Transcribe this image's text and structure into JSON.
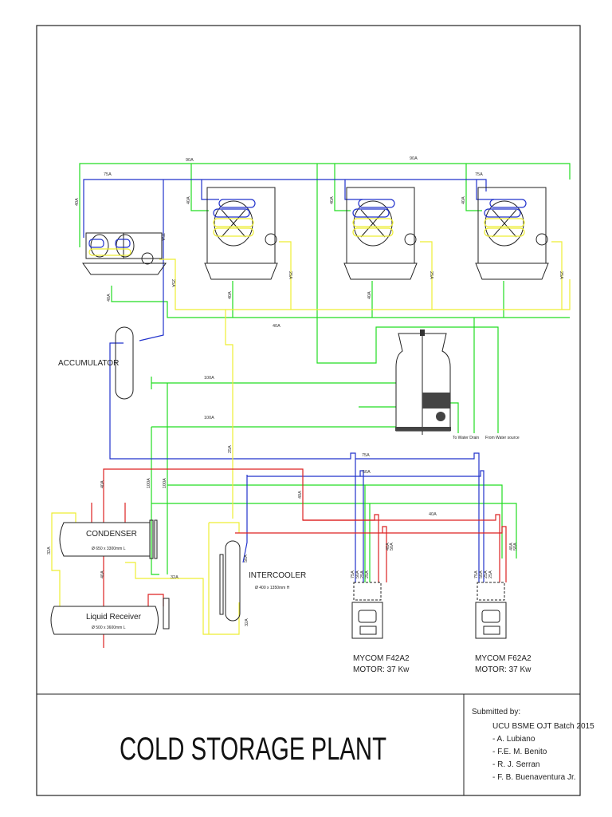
{
  "title": "COLD STORAGE PLANT",
  "submitted": {
    "heading": "Submitted by:",
    "group": "UCU BSME OJT Batch 2015",
    "members": [
      "- A. Lubiano",
      "- F.E. M. Benito",
      "- R. J. Serran",
      "- F. B. Buenaventura Jr."
    ]
  },
  "equipment": {
    "accumulator": "ACCUMULATOR",
    "condenser": "CONDENSER",
    "condenser_size": "Ø 650 x 3300mm L",
    "receiver": "Liquid Receiver",
    "receiver_size": "Ø 500 x 3600mm L",
    "intercooler": "INTERCOOLER",
    "intercooler_size": "Ø 400 x 1350mm H",
    "drain": "To Water Drain",
    "source": "From Water source",
    "comp1_model": "MYCOM F42A2",
    "comp1_motor": "MOTOR: 37 Kw",
    "comp2_model": "MYCOM F62A2",
    "comp2_motor": "MOTOR: 37 Kw"
  },
  "pipe_labels": [
    "90A",
    "90A",
    "75A",
    "75A",
    "40A",
    "75A",
    "40A",
    "40A",
    "40A",
    "25A",
    "25A",
    "25A",
    "25A",
    "40A",
    "40A",
    "40A",
    "40A",
    "100A",
    "100A",
    "25A",
    "75A",
    "50A",
    "40A",
    "40A",
    "40A",
    "100A",
    "100A",
    "32A",
    "40A",
    "32A",
    "50A",
    "32A"
  ],
  "compressor_labels": [
    "75A",
    "50A",
    "25A",
    "25A",
    "40A",
    "50A"
  ],
  "colors": {
    "condenser_water": "#22dd22",
    "suction": "#2233cc",
    "liquid": "#eeee33",
    "discharge": "#dd2222"
  }
}
